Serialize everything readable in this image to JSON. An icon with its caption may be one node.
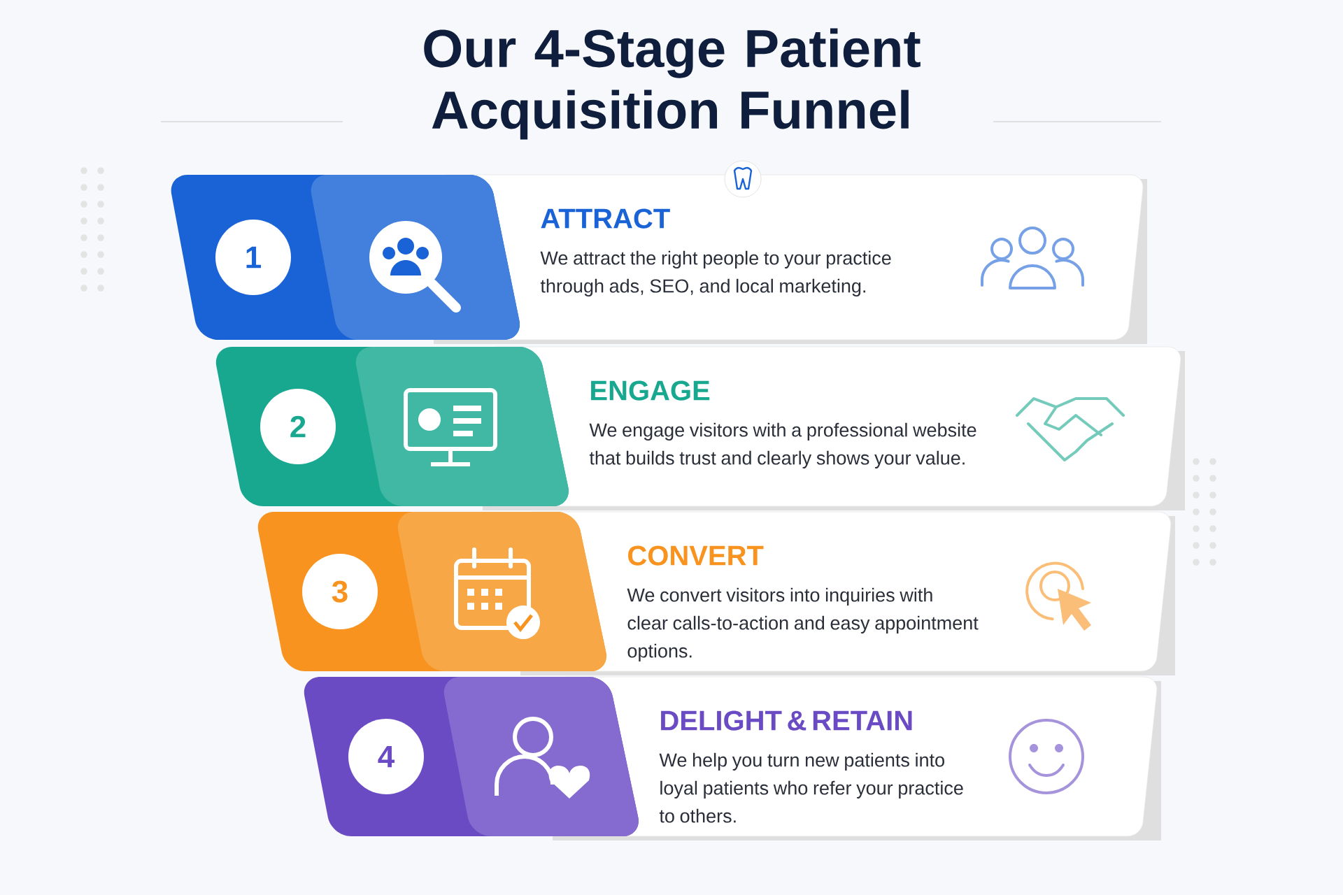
{
  "diagram": {
    "title": "Our 4-Stage Patient Acquisition Funnel",
    "nodes": [
      {
        "text": [
          "1"
        ]
      },
      {
        "text": [
          "ATTRACT",
          "We attract the right people to your practice through ads, SEO, and local marketing."
        ]
      },
      {
        "text": [
          "2"
        ]
      },
      {
        "text": [
          "ENGAGE",
          "We engage visitors with a professional website that builds trust and clearly shows your value."
        ]
      },
      {
        "text": [
          "3"
        ]
      },
      {
        "text": [
          "CONVERT",
          "We convert visitors into inquiries with clear calls-to-action and easy appointment options."
        ]
      },
      {
        "text": [
          "4"
        ]
      },
      {
        "text": [
          "DELIGHT & RETAIN",
          "We help you turn new patients into loyal patients who refer your practice to others."
        ]
      }
    ]
  }
}
